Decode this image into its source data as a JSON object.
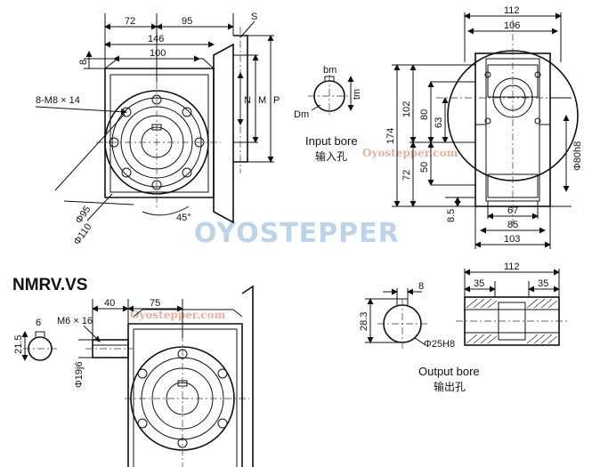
{
  "watermark": {
    "brand": "OYOSTEPPER",
    "url": "Oyostepper.com"
  },
  "front_view": {
    "dims": {
      "d72": "72",
      "d95": "95",
      "d146": "146",
      "d100": "100",
      "d8": "8",
      "bolt": "8-M8 × 14",
      "phi95": "Φ95",
      "phi110": "Φ110",
      "angle": "45°",
      "S": "S",
      "N": "N",
      "M": "M",
      "P": "P"
    }
  },
  "input_bore": {
    "title": "Input bore",
    "title_cn": "输入孔",
    "bm": "bm",
    "tm": "tm",
    "Dm": "Dm"
  },
  "side_view": {
    "dims": {
      "d112": "112",
      "d106": "106",
      "d174": "174",
      "d102": "102",
      "d72": "72",
      "d80": "80",
      "d63": "63",
      "d50": "50",
      "d85": "8.5",
      "d67": "67",
      "d85b": "85",
      "d103": "103",
      "phi80": "Φ80h8"
    }
  },
  "model": {
    "name": "NMRV.VS"
  },
  "vs_view": {
    "dims": {
      "d6": "6",
      "m6": "M6 × 16",
      "d40": "40",
      "d75": "75",
      "d215": "21.5",
      "phi19": "Φ19j6"
    }
  },
  "output_bore": {
    "title": "Output bore",
    "title_cn": "输出孔",
    "d8": "8",
    "d283": "28.3",
    "phi25": "Φ25H8",
    "d112": "112",
    "d35a": "35",
    "d35b": "35"
  }
}
